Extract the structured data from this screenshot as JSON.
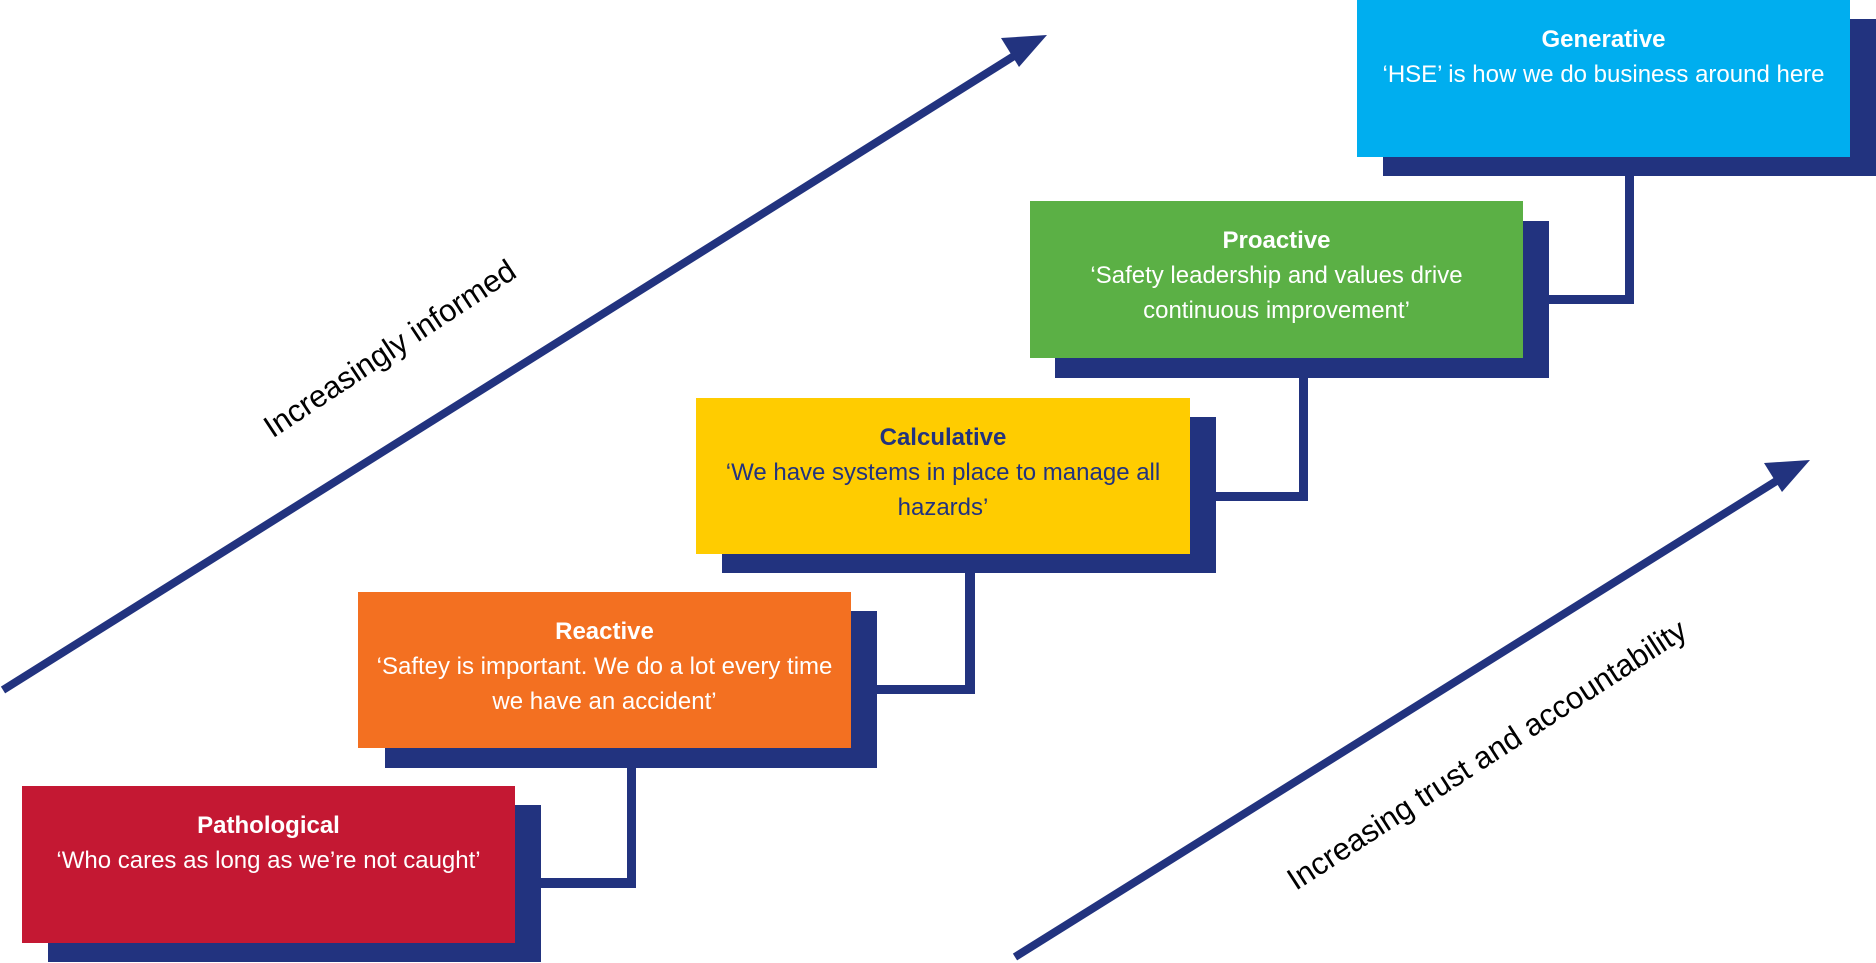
{
  "diagram": {
    "type": "safety-culture-ladder",
    "colors": {
      "connector": "#22337F",
      "arrow": "#22337F",
      "label_text": "#000000"
    },
    "stages": [
      {
        "id": "pathological",
        "title": "Pathological",
        "quote": "‘Who cares as long as we’re not caught’",
        "fill": "#C41833",
        "text_color": "#FFFFFF"
      },
      {
        "id": "reactive",
        "title": "Reactive",
        "quote": "‘Saftey is important. We do a lot every time we have an accident’",
        "fill": "#F37021",
        "text_color": "#FFFFFF"
      },
      {
        "id": "calculative",
        "title": "Calculative",
        "quote": "‘We have systems in place to manage all hazards’",
        "fill": "#FFCC00",
        "text_color": "#22337F"
      },
      {
        "id": "proactive",
        "title": "Proactive",
        "quote": "‘Safety leadership and values drive continuous improvement’",
        "fill": "#5BB045",
        "text_color": "#FFFFFF"
      },
      {
        "id": "generative",
        "title": "Generative",
        "quote": "‘HSE’ is how we do business around here",
        "fill": "#00AEEF",
        "text_color": "#FFFFFF"
      }
    ],
    "axis_labels": {
      "informed": "Increasingly informed",
      "trust": "Increasing trust and accountability"
    }
  }
}
